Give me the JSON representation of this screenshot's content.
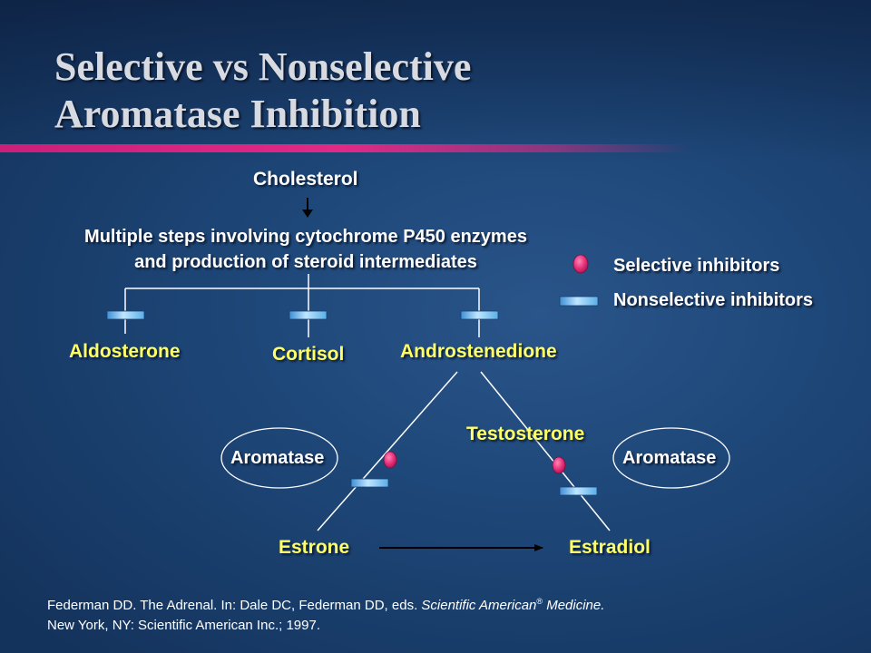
{
  "slide": {
    "title_line1": "Selective vs Nonselective",
    "title_line2": "Aromatase Inhibition"
  },
  "pathway": {
    "cholesterol": "Cholesterol",
    "steps_line1": "Multiple steps involving cytochrome P450 enzymes",
    "steps_line2": "and production of steroid intermediates",
    "aldosterone": "Aldosterone",
    "cortisol": "Cortisol",
    "androstenedione": "Androstenedione",
    "testosterone": "Testosterone",
    "aromatase_left": "Aromatase",
    "aromatase_right": "Aromatase",
    "estrone": "Estrone",
    "estradiol": "Estradiol"
  },
  "legend": {
    "selective": "Selective inhibitors",
    "nonselective": "Nonselective inhibitors",
    "selective_icon": "pink-oval-icon",
    "nonselective_icon": "blue-bar-icon"
  },
  "reference": {
    "line1_prefix": "Federman DD. The Adrenal. In: Dale DC, Federman DD, eds. ",
    "line1_journal": "Scientific American",
    "line1_reg": "®",
    "line1_suffix": " Medicine.",
    "line2": "New York, NY: Scientific American Inc.; 1997."
  },
  "colors": {
    "background": "#1d4677",
    "accent_rule": "#e02a86",
    "highlight_text": "#ffff66",
    "selective_marker": "#e8337a",
    "nonselective_marker": "#8fd0f5"
  }
}
